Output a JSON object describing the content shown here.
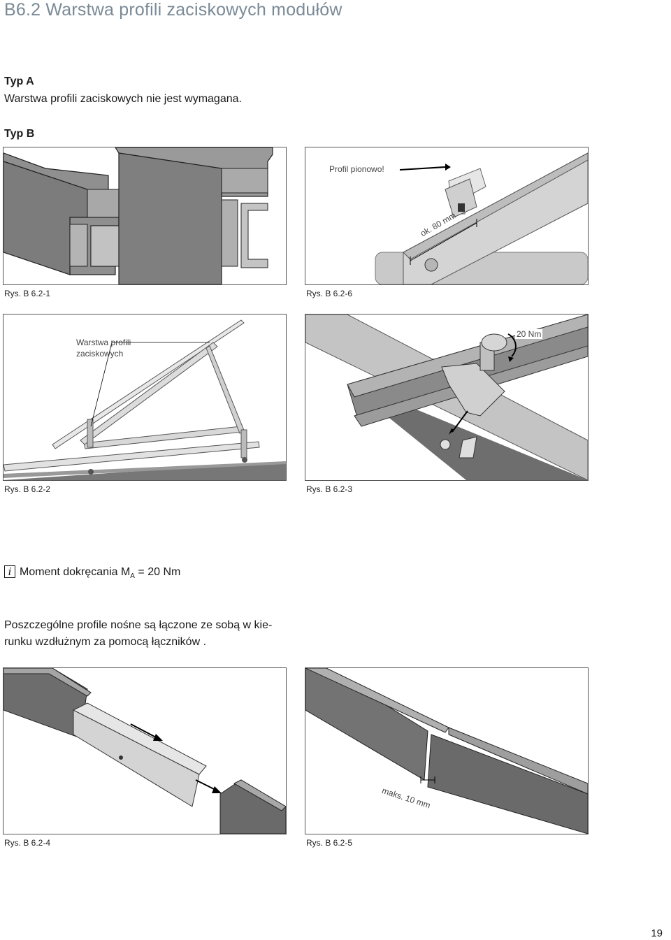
{
  "header": {
    "title": "B6.2  Warstwa profili zaciskowych modułów"
  },
  "type_a": {
    "label": "Typ A",
    "text": "Warstwa profili zaciskowych nie jest wymagana."
  },
  "type_b": {
    "label": "Typ B"
  },
  "figures": {
    "fig1": {
      "caption": "Rys. B 6.2-1"
    },
    "fig6": {
      "caption": "Rys. B 6.2-6",
      "note": "Profil pionowo!",
      "dimension": "ok. 80 mm"
    },
    "fig2": {
      "caption": "Rys. B 6.2-2",
      "label_line1": "Warstwa profili",
      "label_line2": "zaciskowych"
    },
    "fig3": {
      "caption": "Rys. B 6.2-3",
      "torque": "20 Nm"
    },
    "fig4": {
      "caption": "Rys. B 6.2-4"
    },
    "fig5": {
      "caption": "Rys. B 6.2-5",
      "dimension": "maks. 10 mm"
    }
  },
  "info": {
    "icon": "info-icon",
    "text_before": "Moment dokręcania M",
    "subscript": "A",
    "text_after": " = 20 Nm"
  },
  "paragraph": {
    "line1": "Poszczególne profile nośne są łączone ze sobą w kie-",
    "line2": "runku wzdłużnym za pomocą łączników ."
  },
  "footer": {
    "page_number": "19"
  }
}
